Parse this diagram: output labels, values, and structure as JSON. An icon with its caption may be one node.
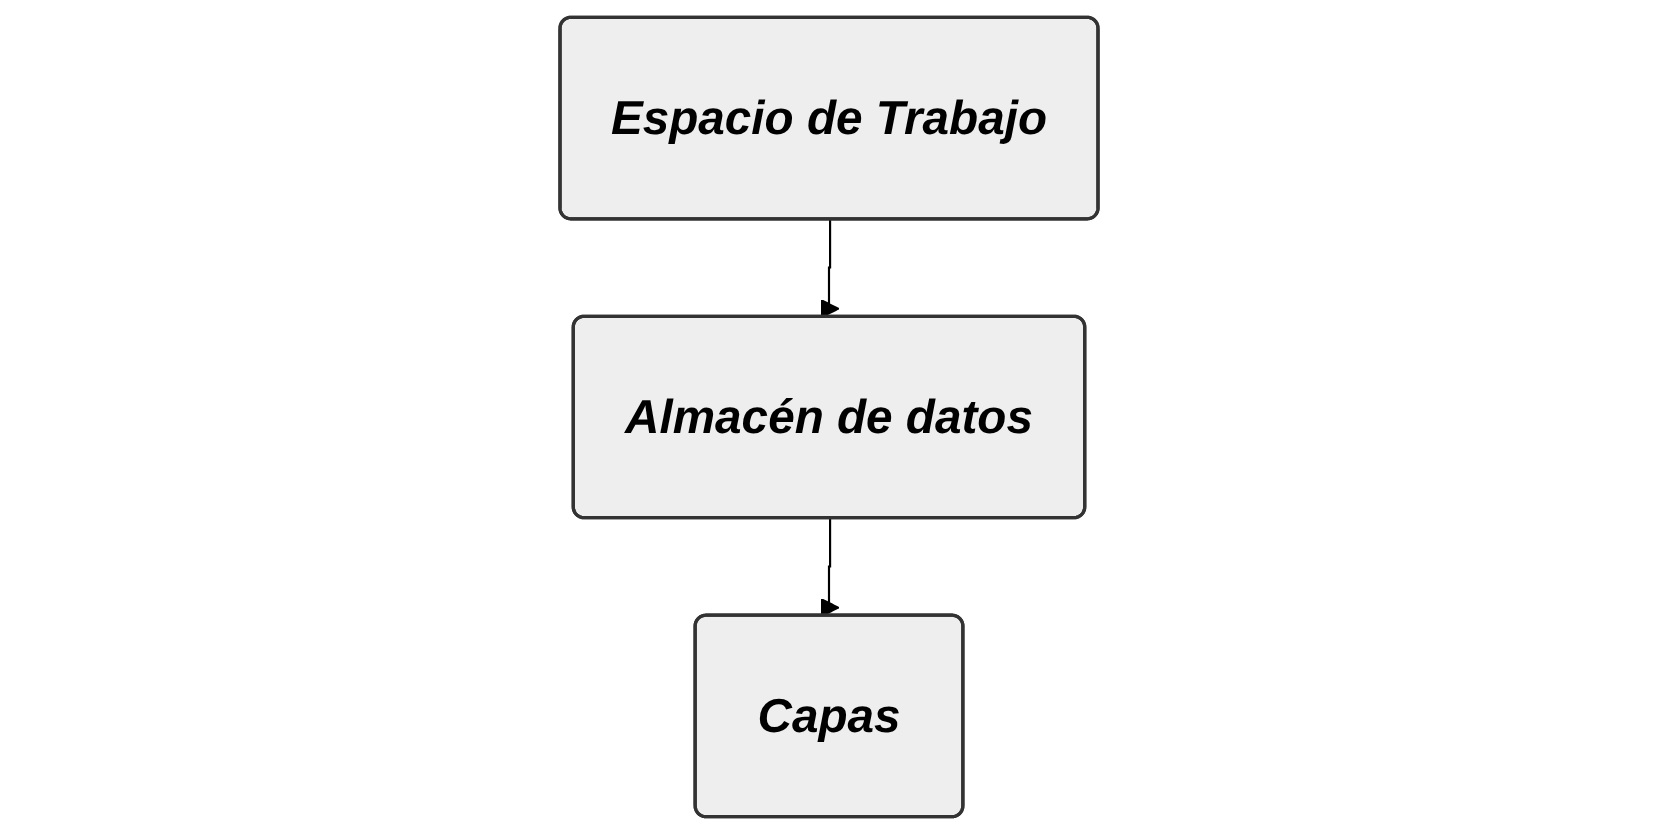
{
  "diagram": {
    "nodes": [
      {
        "text": [
          "Espacio de Trabajo"
        ]
      },
      {
        "text": [
          "Almacén de datos"
        ]
      },
      {
        "text": [
          "Capas"
        ]
      }
    ],
    "edges": [
      {
        "from": 0,
        "to": 1,
        "arrow": "to"
      },
      {
        "from": 1,
        "to": 2,
        "arrow": "to"
      }
    ]
  }
}
